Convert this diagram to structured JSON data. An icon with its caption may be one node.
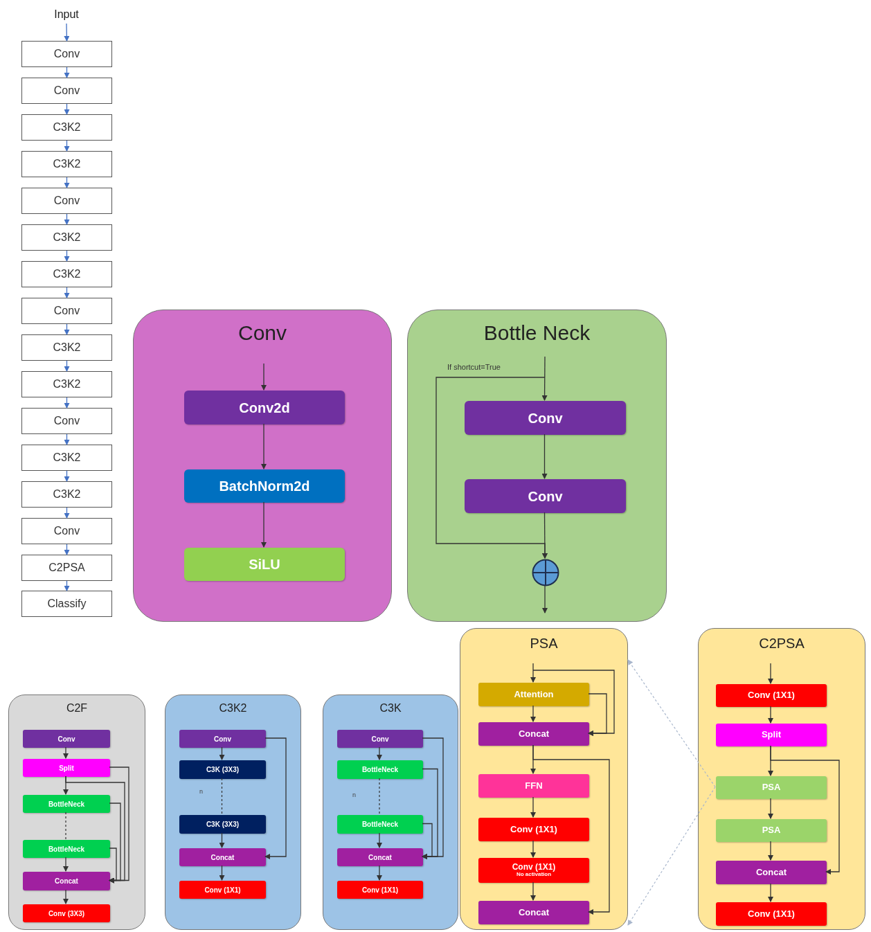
{
  "diagram": {
    "nodes": [
      {
        "text": [
          "Input"
        ]
      },
      {
        "text": [
          "Conv"
        ]
      },
      {
        "text": [
          "Conv"
        ]
      },
      {
        "text": [
          "C3K2"
        ]
      },
      {
        "text": [
          "C3K2"
        ]
      },
      {
        "text": [
          "Conv"
        ]
      },
      {
        "text": [
          "C3K2"
        ]
      },
      {
        "text": [
          "C3K2"
        ]
      },
      {
        "text": [
          "Conv"
        ]
      },
      {
        "text": [
          "C3K2"
        ]
      },
      {
        "text": [
          "C3K2"
        ]
      },
      {
        "text": [
          "Conv"
        ]
      },
      {
        "text": [
          "C3K2"
        ]
      },
      {
        "text": [
          "C3K2"
        ]
      },
      {
        "text": [
          "Conv"
        ]
      },
      {
        "text": [
          "C2PSA"
        ]
      },
      {
        "text": [
          "Classify"
        ]
      },
      {
        "text": [
          "Conv"
        ]
      },
      {
        "text": [
          "Conv2d"
        ],
        "in": 17
      },
      {
        "text": [
          "BatchNorm2d"
        ],
        "in": 17
      },
      {
        "text": [
          "SiLU"
        ],
        "in": 17
      },
      {
        "text": [
          "Bottle Neck"
        ]
      },
      {
        "text": [
          "Conv"
        ],
        "in": 21
      },
      {
        "text": [
          "Conv"
        ],
        "in": 21
      },
      {
        "text": [],
        "shape": "circle",
        "in": 21
      },
      {
        "text": [
          "C2F"
        ]
      },
      {
        "text": [
          "Conv"
        ],
        "in": 25
      },
      {
        "text": [
          "Split"
        ],
        "in": 25
      },
      {
        "text": [
          "BottleNeck"
        ],
        "in": 25
      },
      {
        "text": [
          "BottleNeck"
        ],
        "in": 25
      },
      {
        "text": [
          "Concat"
        ],
        "in": 25
      },
      {
        "text": [
          "Conv (3X3)"
        ],
        "in": 25
      },
      {
        "text": [
          "C3K2"
        ]
      },
      {
        "text": [
          "Conv"
        ],
        "in": 32
      },
      {
        "text": [
          "C3K (3X3)"
        ],
        "in": 32
      },
      {
        "text": [
          "C3K (3X3)"
        ],
        "in": 32
      },
      {
        "text": [
          "Concat"
        ],
        "in": 32
      },
      {
        "text": [
          "Conv (1X1)"
        ],
        "in": 32
      },
      {
        "text": [
          "C3K"
        ]
      },
      {
        "text": [
          "Conv"
        ],
        "in": 38
      },
      {
        "text": [
          "BottleNeck"
        ],
        "in": 38
      },
      {
        "text": [
          "BottleNeck"
        ],
        "in": 38
      },
      {
        "text": [
          "Concat"
        ],
        "in": 38
      },
      {
        "text": [
          "Conv (1X1)"
        ],
        "in": 38
      },
      {
        "text": [
          "PSA"
        ]
      },
      {
        "text": [
          "Attention"
        ],
        "in": 44
      },
      {
        "text": [
          "Concat"
        ],
        "in": 44
      },
      {
        "text": [
          "FFN"
        ],
        "in": 44
      },
      {
        "text": [
          "Conv (1X1)"
        ],
        "in": 44
      },
      {
        "text": [
          "Conv (1X1)",
          "No activation"
        ],
        "in": 44
      },
      {
        "text": [
          "Concat"
        ],
        "in": 44
      },
      {
        "text": [
          "C2PSA"
        ]
      },
      {
        "text": [
          "Conv (1X1)"
        ],
        "in": 51
      },
      {
        "text": [
          "Split"
        ],
        "in": 51
      },
      {
        "text": [
          "PSA"
        ],
        "in": 51
      },
      {
        "text": [
          "PSA"
        ],
        "in": 51
      },
      {
        "text": [
          "Concat"
        ],
        "in": 51
      },
      {
        "text": [
          "Conv (1X1)"
        ],
        "in": 51
      }
    ],
    "edges": [
      {
        "from": 0,
        "to": 1,
        "arrow": "to",
        "color": "#4472c4"
      },
      {
        "from": 1,
        "to": 2,
        "arrow": "to",
        "color": "#4472c4"
      },
      {
        "from": 2,
        "to": 3,
        "arrow": "to",
        "color": "#4472c4"
      },
      {
        "from": 3,
        "to": 4,
        "arrow": "to",
        "color": "#4472c4"
      },
      {
        "from": 4,
        "to": 5,
        "arrow": "to",
        "color": "#4472c4"
      },
      {
        "from": 5,
        "to": 6,
        "arrow": "to",
        "color": "#4472c4"
      },
      {
        "from": 6,
        "to": 7,
        "arrow": "to",
        "color": "#4472c4"
      },
      {
        "from": 7,
        "to": 8,
        "arrow": "to",
        "color": "#4472c4"
      },
      {
        "from": 8,
        "to": 9,
        "arrow": "to",
        "color": "#4472c4"
      },
      {
        "from": 9,
        "to": 10,
        "arrow": "to",
        "color": "#4472c4"
      },
      {
        "from": 10,
        "to": 11,
        "arrow": "to",
        "color": "#4472c4"
      },
      {
        "from": 11,
        "to": 12,
        "arrow": "to",
        "color": "#4472c4"
      },
      {
        "from": 12,
        "to": 13,
        "arrow": "to",
        "color": "#4472c4"
      },
      {
        "from": 13,
        "to": 14,
        "arrow": "to",
        "color": "#4472c4"
      },
      {
        "from": 14,
        "to": 15,
        "arrow": "to",
        "color": "#4472c4"
      },
      {
        "from": 15,
        "to": 16,
        "arrow": "to",
        "color": "#4472c4"
      },
      {
        "from": null,
        "to": 18,
        "arrow": "to"
      },
      {
        "from": 18,
        "to": 19,
        "arrow": "to"
      },
      {
        "from": 19,
        "to": 20,
        "arrow": "to"
      },
      {
        "from": null,
        "to": 22,
        "arrow": "to"
      },
      {
        "from": 22,
        "to": 23,
        "arrow": "to"
      },
      {
        "from": 23,
        "to": 24,
        "arrow": "to"
      },
      {
        "from": null,
        "to": 24,
        "arrow": "to",
        "label": "If shortcut=True"
      },
      {
        "from": 24,
        "to": null,
        "arrow": "to"
      },
      {
        "from": 26,
        "to": 27,
        "arrow": "to"
      },
      {
        "from": 27,
        "to": 28,
        "arrow": "to"
      },
      {
        "from": 28,
        "to": 29,
        "arrow": "none",
        "style": "dashed"
      },
      {
        "from": 29,
        "to": 30,
        "arrow": "to"
      },
      {
        "from": 30,
        "to": 31,
        "arrow": "to"
      },
      {
        "from": 27,
        "to": 30,
        "arrow": "to"
      },
      {
        "from": 27,
        "to": 30,
        "arrow": "to"
      },
      {
        "from": 28,
        "to": 30,
        "arrow": "to"
      },
      {
        "from": 29,
        "to": 30,
        "arrow": "to"
      },
      {
        "from": 33,
        "to": 34,
        "arrow": "to"
      },
      {
        "from": 34,
        "to": 35,
        "arrow": "none",
        "style": "dashed"
      },
      {
        "from": 35,
        "to": 36,
        "arrow": "to"
      },
      {
        "from": 36,
        "to": 37,
        "arrow": "to"
      },
      {
        "from": 33,
        "to": 36,
        "arrow": "to"
      },
      {
        "from": 39,
        "to": 40,
        "arrow": "to"
      },
      {
        "from": 40,
        "to": 41,
        "arrow": "none",
        "style": "dashed"
      },
      {
        "from": 41,
        "to": 42,
        "arrow": "to"
      },
      {
        "from": 42,
        "to": 43,
        "arrow": "to"
      },
      {
        "from": 39,
        "to": 42,
        "arrow": "to"
      },
      {
        "from": 40,
        "to": 42,
        "arrow": "to"
      },
      {
        "from": 41,
        "to": 42,
        "arrow": "to"
      },
      {
        "from": null,
        "to": 45,
        "arrow": "to"
      },
      {
        "from": 45,
        "to": 46,
        "arrow": "to"
      },
      {
        "from": 45,
        "to": 46,
        "arrow": "to"
      },
      {
        "from": null,
        "to": 46,
        "arrow": "to"
      },
      {
        "from": 46,
        "to": 47,
        "arrow": "to"
      },
      {
        "from": 47,
        "to": 48,
        "arrow": "to"
      },
      {
        "from": 48,
        "to": 49,
        "arrow": "to"
      },
      {
        "from": 49,
        "to": 50,
        "arrow": "to"
      },
      {
        "from": 46,
        "to": 50,
        "arrow": "to"
      },
      {
        "from": null,
        "to": 52,
        "arrow": "to"
      },
      {
        "from": 52,
        "to": 53,
        "arrow": "to"
      },
      {
        "from": 53,
        "to": 54,
        "arrow": "to"
      },
      {
        "from": 54,
        "to": 55,
        "arrow": "to"
      },
      {
        "from": 55,
        "to": 56,
        "arrow": "to"
      },
      {
        "from": 56,
        "to": 57,
        "arrow": "to"
      },
      {
        "from": 53,
        "to": 56,
        "arrow": "to"
      },
      {
        "from": 54,
        "to": 44,
        "arrow": "to",
        "style": "dashed",
        "color": "#a8b6cc"
      },
      {
        "from": 54,
        "to": 44,
        "arrow": "to",
        "style": "dashed",
        "color": "#a8b6cc"
      }
    ],
    "labels": [
      "n",
      "n"
    ]
  }
}
